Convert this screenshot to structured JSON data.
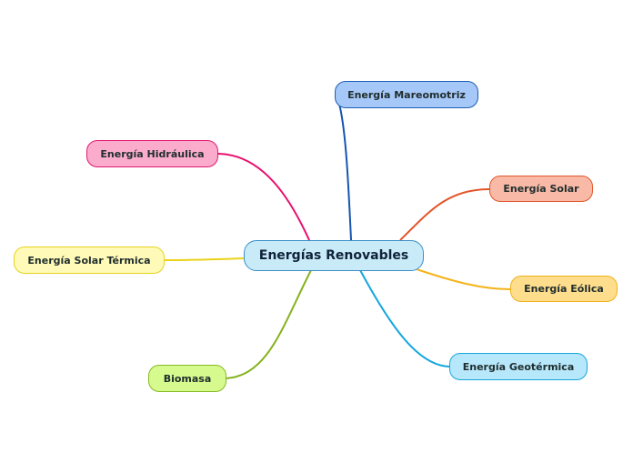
{
  "central": {
    "label": "Energías Renovables",
    "fill": "#c9ebf8",
    "border": "#3b8fc9"
  },
  "branches": [
    {
      "id": "mareomotriz",
      "label": "Energía Mareomotriz",
      "fill": "#a6c8f8",
      "border": "#1d5fb4",
      "line": "#1555b0"
    },
    {
      "id": "hidraulica",
      "label": "Energía Hidráulica",
      "fill": "#fbaccc",
      "border": "#e0196f",
      "line": "#e8106e"
    },
    {
      "id": "solar",
      "label": "Energía Solar",
      "fill": "#f8b9a6",
      "border": "#e2572b",
      "line": "#e4542a"
    },
    {
      "id": "solar-termica",
      "label": "Energía Solar Térmica",
      "fill": "#fffab8",
      "border": "#e6d31e",
      "line": "#ecd21a"
    },
    {
      "id": "eolica",
      "label": "Energía Eólica",
      "fill": "#fedd8c",
      "border": "#f0b21b",
      "line": "#f4b31a"
    },
    {
      "id": "biomasa",
      "label": "Biomasa",
      "fill": "#d6fa8e",
      "border": "#86b923",
      "line": "#86b21e"
    },
    {
      "id": "geotermica",
      "label": "Energía Geotérmica",
      "fill": "#b6e7fa",
      "border": "#1aa6dc",
      "line": "#14a6df"
    }
  ]
}
